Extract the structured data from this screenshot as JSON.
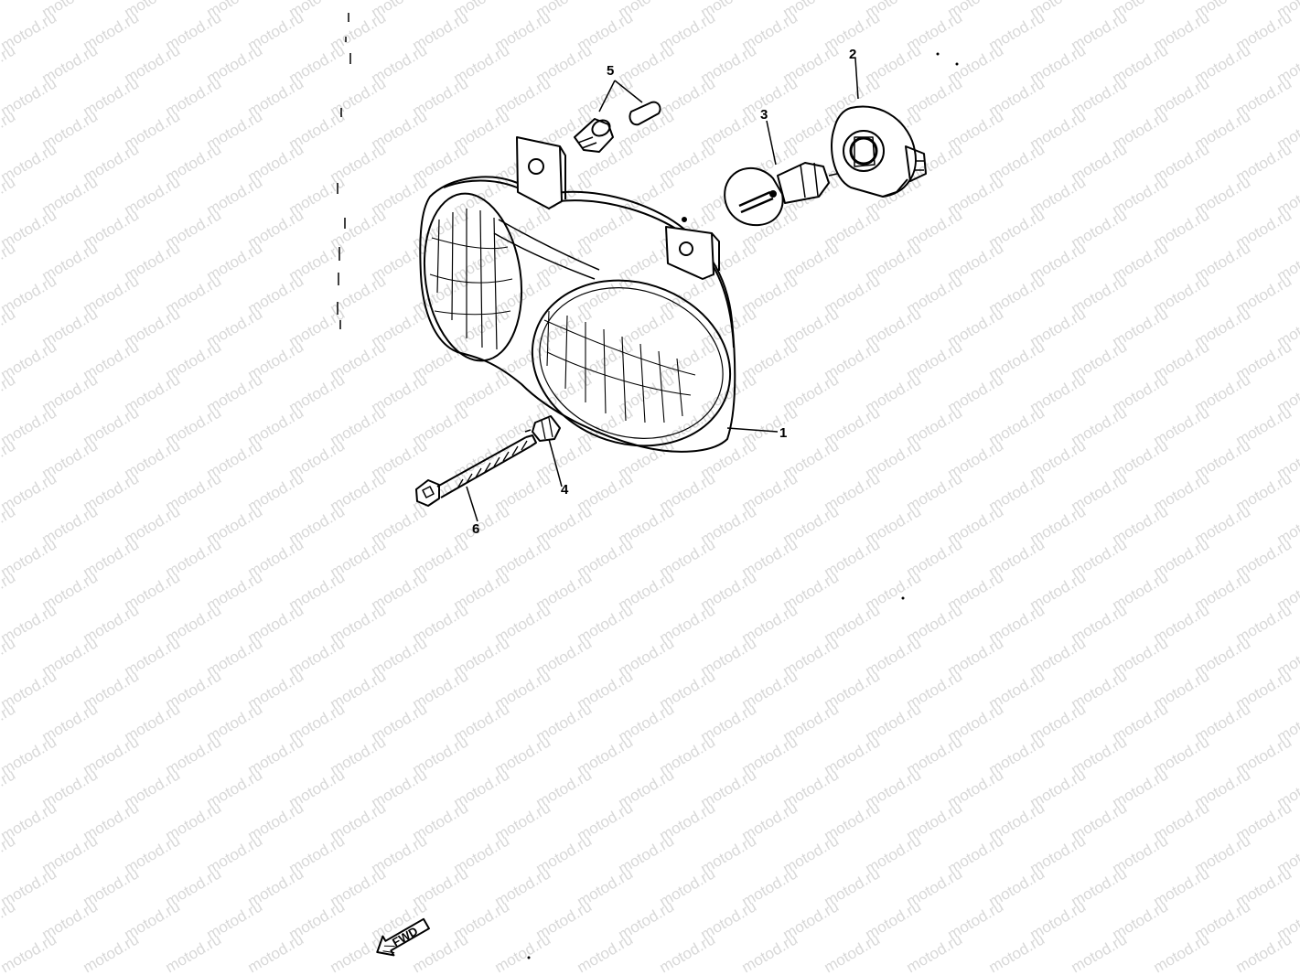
{
  "watermark": {
    "text": "motod.ru",
    "color": "#d8d8d8"
  },
  "callouts": [
    {
      "id": "1",
      "label": "1"
    },
    {
      "id": "2",
      "label": "2"
    },
    {
      "id": "3",
      "label": "3"
    },
    {
      "id": "4",
      "label": "4"
    },
    {
      "id": "5",
      "label": "5"
    },
    {
      "id": "6",
      "label": "6"
    }
  ],
  "direction_arrow": {
    "label": "FWD"
  }
}
